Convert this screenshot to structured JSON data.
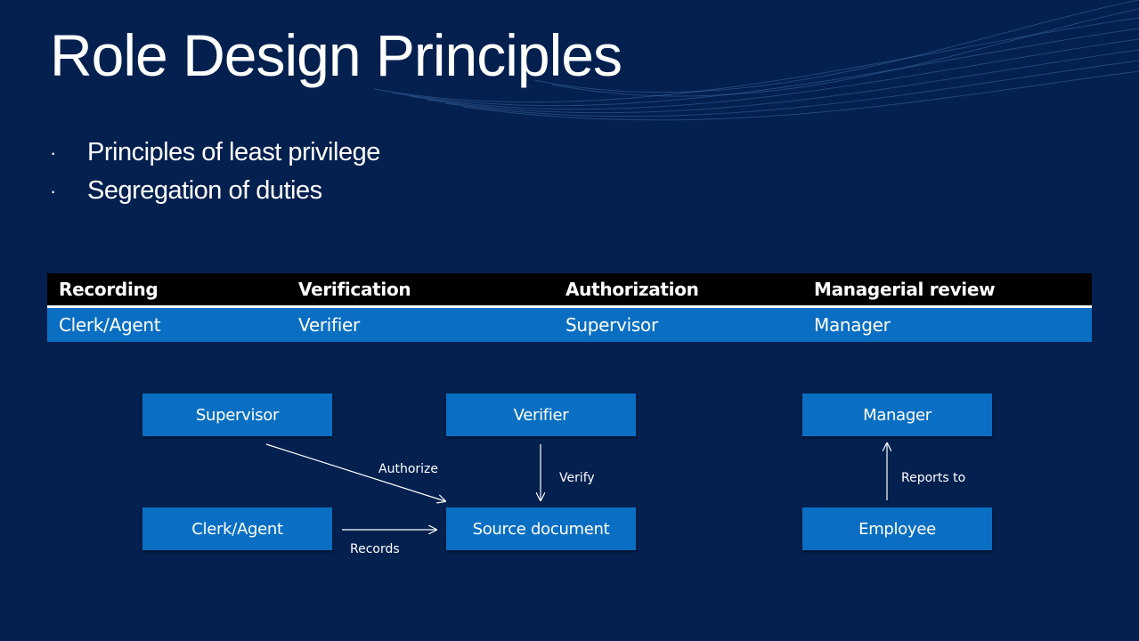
{
  "slide": {
    "title": "Role Design Principles",
    "bullets": [
      "Principles of least privilege",
      "Segregation of duties"
    ]
  },
  "table": {
    "headers": [
      "Recording",
      "Verification",
      "Authorization",
      "Managerial review"
    ],
    "rows": [
      [
        "Clerk/Agent",
        "Verifier",
        "Supervisor",
        "Manager"
      ]
    ]
  },
  "diagram": {
    "nodes": {
      "supervisor": "Supervisor",
      "verifier": "Verifier",
      "manager": "Manager",
      "clerk_agent": "Clerk/Agent",
      "source_document": "Source document",
      "employee": "Employee"
    },
    "edges": {
      "authorize": "Authorize",
      "verify": "Verify",
      "records": "Records",
      "reports_to": "Reports to"
    }
  },
  "colors": {
    "background": "#03204f",
    "node_fill": "#0a6fc2",
    "header_fill": "#000000"
  }
}
